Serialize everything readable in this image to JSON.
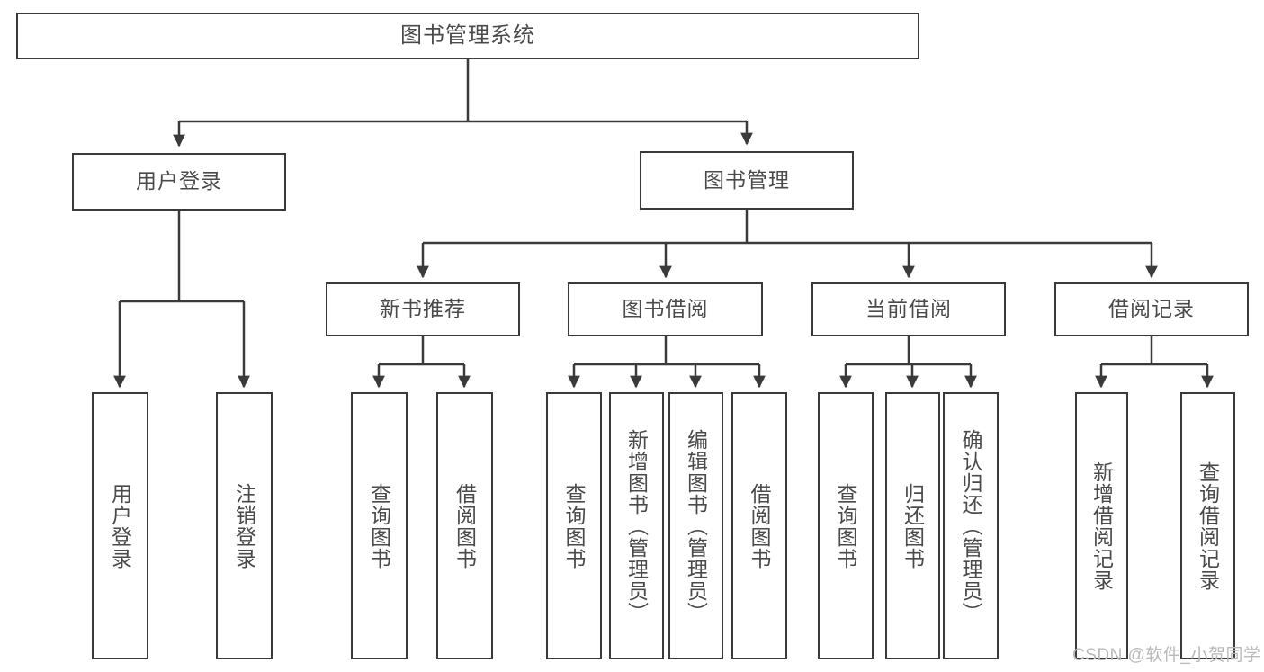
{
  "diagram": {
    "type": "tree",
    "title": "图书管理系统",
    "watermark": "CSDN @软件_小贺同学",
    "colors": {
      "stroke": "#3a3a3a",
      "box_fill": "#ffffff",
      "text": "#4a4a4a",
      "watermark": "#b9b9b9",
      "background": "#ffffff"
    },
    "root": {
      "label": "图书管理系统"
    },
    "level2": [
      {
        "label": "用户登录"
      },
      {
        "label": "图书管理"
      }
    ],
    "level3": [
      {
        "label": "新书推荐"
      },
      {
        "label": "图书借阅"
      },
      {
        "label": "当前借阅"
      },
      {
        "label": "借阅记录"
      }
    ],
    "leaves": {
      "user_login": [
        {
          "label": "用户登录"
        },
        {
          "label": "注销登录"
        }
      ],
      "new_book": [
        {
          "label": "查询图书"
        },
        {
          "label": "借阅图书"
        }
      ],
      "book_borrow": [
        {
          "label": "查询图书"
        },
        {
          "label": "新增图书（管理员）"
        },
        {
          "label": "编辑图书（管理员）"
        },
        {
          "label": "借阅图书"
        }
      ],
      "current_borrow": [
        {
          "label": "查询图书"
        },
        {
          "label": "归还图书"
        },
        {
          "label": "确认归还（管理员）"
        }
      ],
      "borrow_record": [
        {
          "label": "新增借阅记录"
        },
        {
          "label": "查询借阅记录"
        }
      ]
    }
  }
}
